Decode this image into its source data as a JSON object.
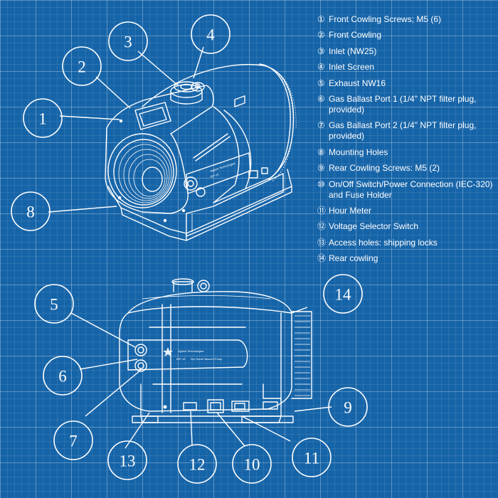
{
  "legend": [
    {
      "num": "①",
      "text": "Front Cowling Screws; M5 (6)"
    },
    {
      "num": "②",
      "text": "Front Cowling"
    },
    {
      "num": "③",
      "text": "Inlet (NW25)"
    },
    {
      "num": "④",
      "text": "Inlet Screen"
    },
    {
      "num": "⑤",
      "text": "Exhaust NW16"
    },
    {
      "num": "⑥",
      "text": "Gas Ballast Port 1 (1/4\" NPT filter plug, provided)"
    },
    {
      "num": "⑦",
      "text": "Gas Ballast Port 2 (1/4\" NPT filter plug, provided)"
    },
    {
      "num": "⑧",
      "text": "Mounting Holes"
    },
    {
      "num": "⑨",
      "text": "Rear Cowling Screws: M5 (2)"
    },
    {
      "num": "⑩",
      "text": "On/Off Switch/Power Connection (IEC-320) and Fuse Holder"
    },
    {
      "num": "⑪",
      "text": "Hour Meter"
    },
    {
      "num": "⑫",
      "text": "Voltage Selector Switch"
    },
    {
      "num": "⑬",
      "text": "Access holes: shipping locks"
    },
    {
      "num": "⑭",
      "text": "Rear cowling"
    }
  ],
  "callouts": [
    "1",
    "2",
    "3",
    "4",
    "5",
    "6",
    "7",
    "8",
    "9",
    "10",
    "11",
    "12",
    "13",
    "14"
  ],
  "pump_label": {
    "brand": "Agilent Technologies",
    "model": "IDP-15",
    "subtitle": "Dry Scroll Vacuum Pump"
  },
  "colors": {
    "background": "#1664a8",
    "line": "#ffffff"
  }
}
